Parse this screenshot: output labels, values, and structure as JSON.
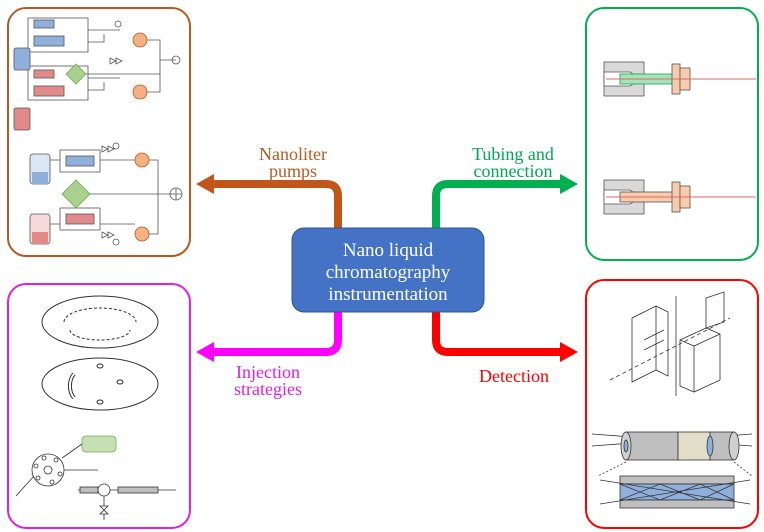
{
  "center": {
    "line1": "Nano liquid",
    "line2": "chromatography",
    "line3": "instrumentation",
    "color": "#4472c4"
  },
  "branches": {
    "pumps": {
      "line1": "Nanoliter",
      "line2": "pumps",
      "color": "#b65a1f",
      "arrow_color": "#c0561a"
    },
    "tubing": {
      "line1": "Tubing and",
      "line2": "connection",
      "color": "#00a651",
      "arrow_color": "#00b050"
    },
    "injection": {
      "line1": "Injection",
      "line2": "strategies",
      "color": "#e020e0",
      "arrow_color": "#ff00ff"
    },
    "detection": {
      "line1": "Detection",
      "color": "#ff0000",
      "arrow_color": "#ff0000"
    }
  }
}
